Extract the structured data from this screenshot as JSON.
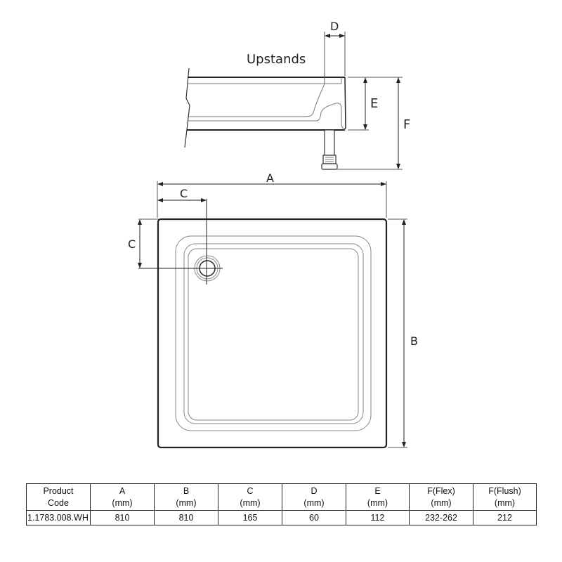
{
  "diagram": {
    "title": "Upstands",
    "labels": {
      "A": "A",
      "B": "B",
      "C_top": "C",
      "C_side": "C",
      "D": "D",
      "E": "E",
      "F": "F"
    }
  },
  "table": {
    "headers": [
      {
        "line1": "Product",
        "line2": "Code"
      },
      {
        "line1": "A",
        "line2": "(mm)"
      },
      {
        "line1": "B",
        "line2": "(mm)"
      },
      {
        "line1": "C",
        "line2": "(mm)"
      },
      {
        "line1": "D",
        "line2": "(mm)"
      },
      {
        "line1": "E",
        "line2": "(mm)"
      },
      {
        "line1": "F(Flex)",
        "line2": "(mm)"
      },
      {
        "line1": "F(Flush)",
        "line2": "(mm)"
      }
    ],
    "rows": [
      [
        "1.1783.008.WH",
        "810",
        "810",
        "165",
        "60",
        "112",
        "232-262",
        "212"
      ]
    ]
  }
}
